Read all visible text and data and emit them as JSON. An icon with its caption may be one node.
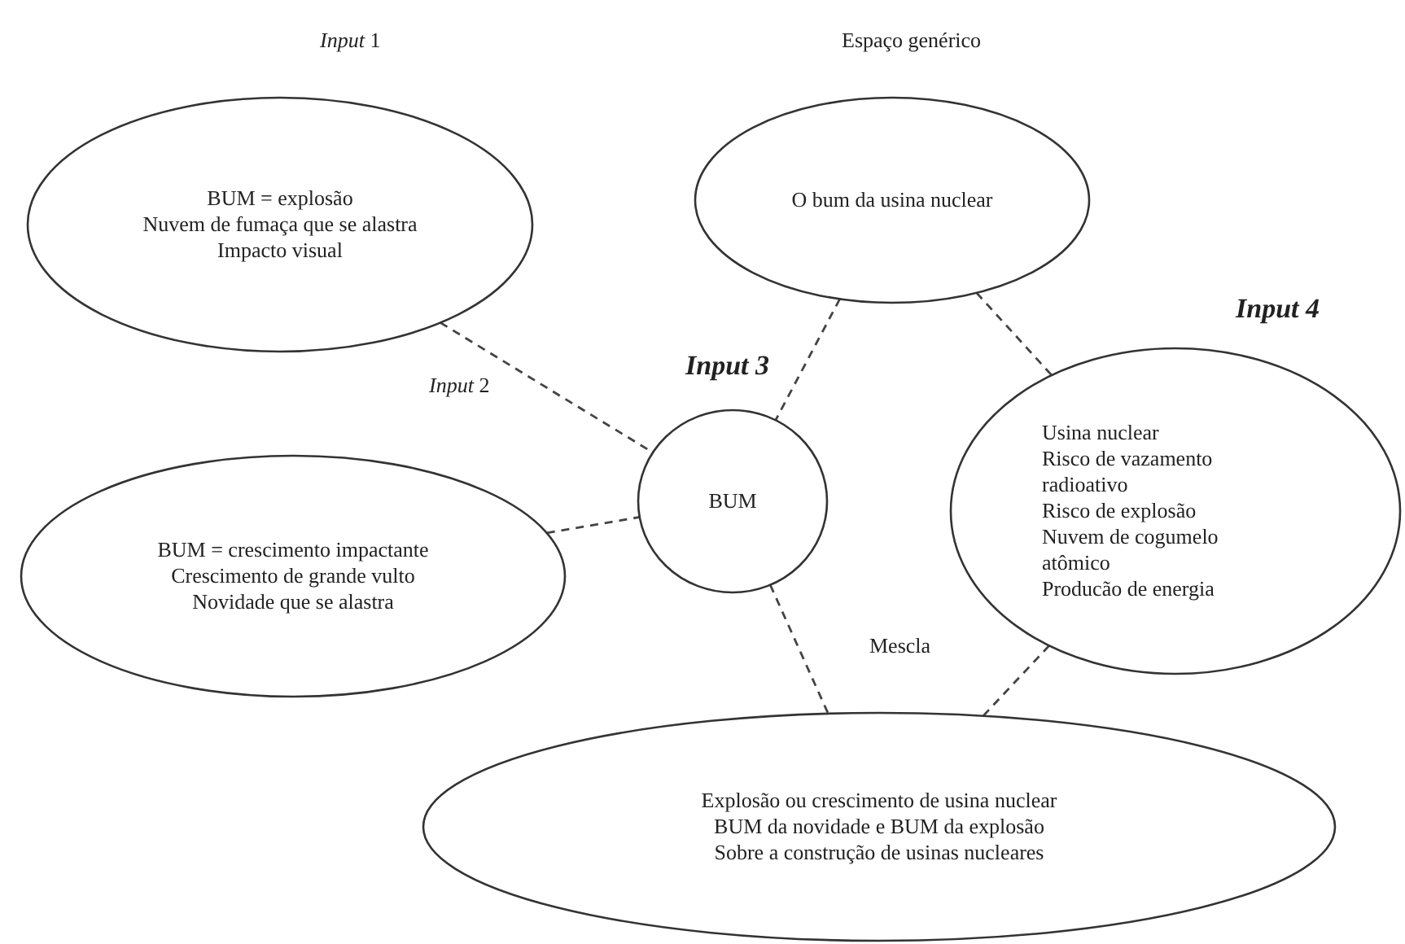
{
  "diagram": {
    "nodes": [
      {
        "text": [
          "*Input* 1",
          "BUM = explosão",
          "Nuvem de fumaça que se alastra",
          "Impacto visual"
        ]
      },
      {
        "text": [
          "Espaço genérico",
          "O bum da usina nuclear"
        ]
      },
      {
        "text": [
          "*Input* 2",
          "BUM = crescimento impactante",
          "Crescimento de grande vulto",
          "Novidade que se alastra"
        ]
      },
      {
        "text": [
          "Input 3",
          "BUM"
        ]
      },
      {
        "text": [
          "Input 4",
          "Usina nuclear",
          "Risco de vazamento radioativo",
          "Risco de explosão",
          "Nuvem de cogumelo atômico",
          "Producão de energia"
        ]
      },
      {
        "text": [
          "Mescla",
          "Explosão ou crescimento de usina nuclear",
          "BUM da novidade e BUM da explosão",
          "Sobre a construção de usinas nucleares"
        ]
      }
    ],
    "edges": [
      {
        "from": 0,
        "to": 3,
        "arrow": "none",
        "style": "dashed"
      },
      {
        "from": 1,
        "to": 3,
        "arrow": "none",
        "style": "dashed"
      },
      {
        "from": 1,
        "to": 4,
        "arrow": "none",
        "style": "dashed"
      },
      {
        "from": 2,
        "to": 3,
        "arrow": "none",
        "style": "dashed"
      },
      {
        "from": 3,
        "to": 5,
        "arrow": "none",
        "style": "dashed"
      },
      {
        "from": 4,
        "to": 5,
        "arrow": "none",
        "style": "dashed"
      }
    ]
  }
}
